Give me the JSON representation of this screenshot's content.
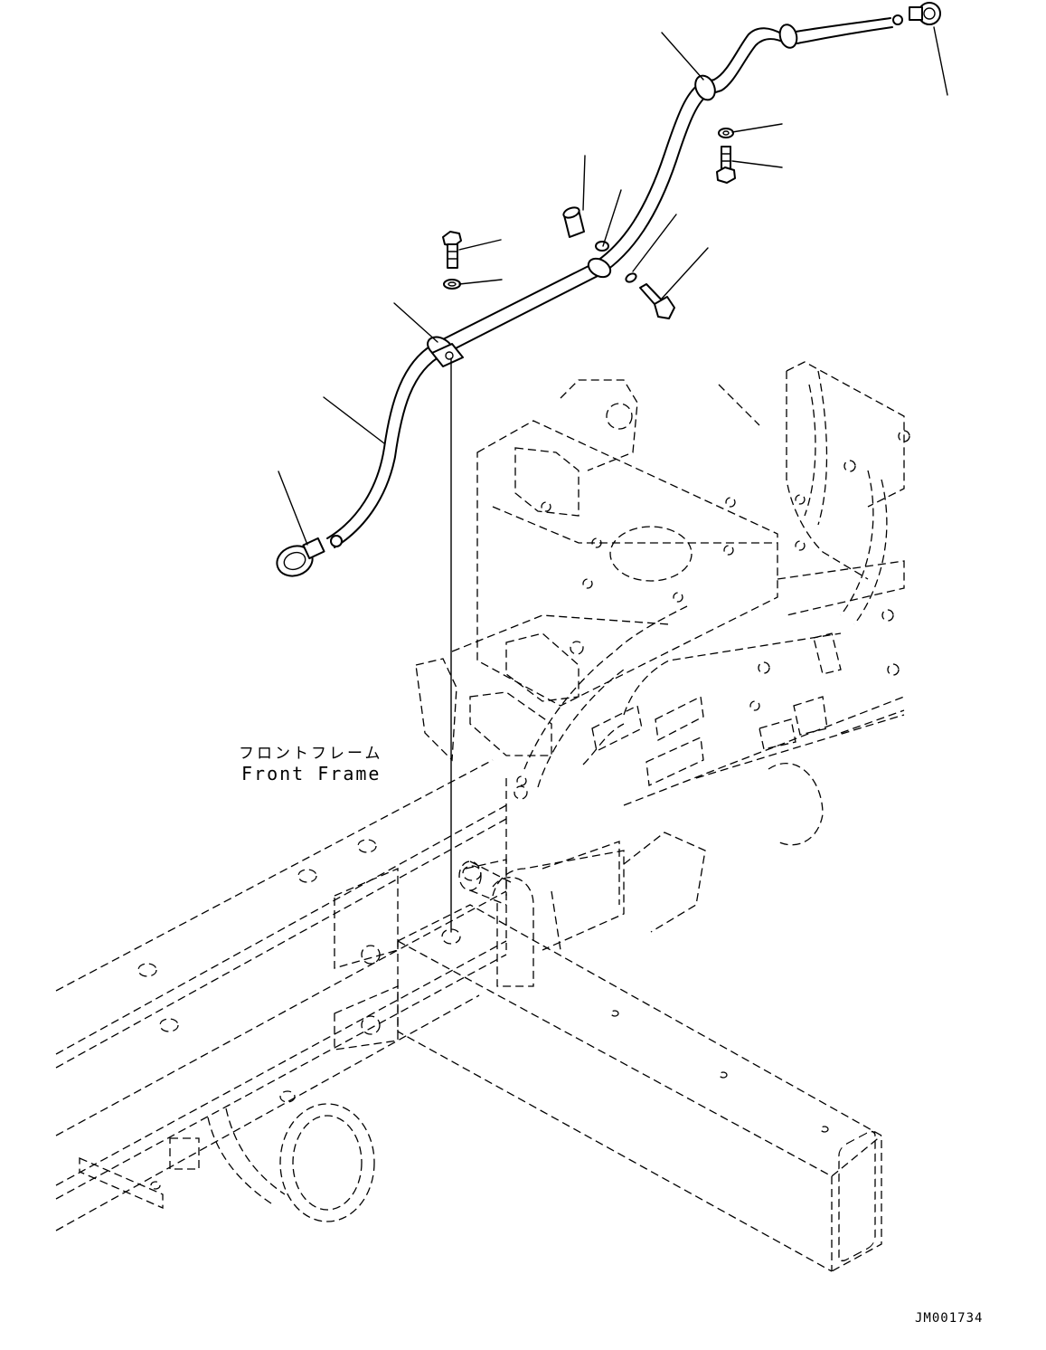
{
  "labels": {
    "frame_name_jp": "フロントフレーム",
    "frame_name_en": "Front Frame",
    "drawing_code": "JM001734"
  }
}
